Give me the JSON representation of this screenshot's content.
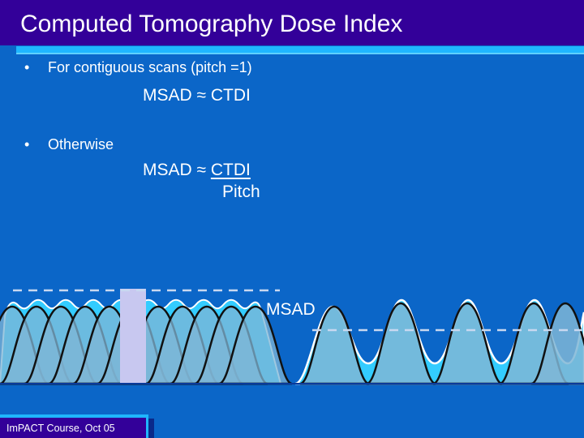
{
  "slide": {
    "title": "Computed Tomography Dose Index",
    "bullet_glyph": "•",
    "bullets": [
      {
        "text": "For contiguous scans (pitch =1)"
      },
      {
        "text": "Otherwise"
      }
    ],
    "equation1": {
      "lhs": "MSAD ≈ ",
      "rhs": "CTDI"
    },
    "equation2": {
      "lhs": "MSAD ≈ ",
      "rhs": "CTDI",
      "denominator": "Pitch"
    },
    "figure": {
      "msad_label": "MSAD"
    },
    "footer": "ImPACT Course, Oct 05"
  },
  "colors": {
    "background": "#0b66c8",
    "title_bar": "#330099",
    "accent": "#1fb6ff",
    "profile_fill": "#7fb6d6",
    "envelope": "#33ccff",
    "highlight_slice": "#c8c8f0"
  }
}
